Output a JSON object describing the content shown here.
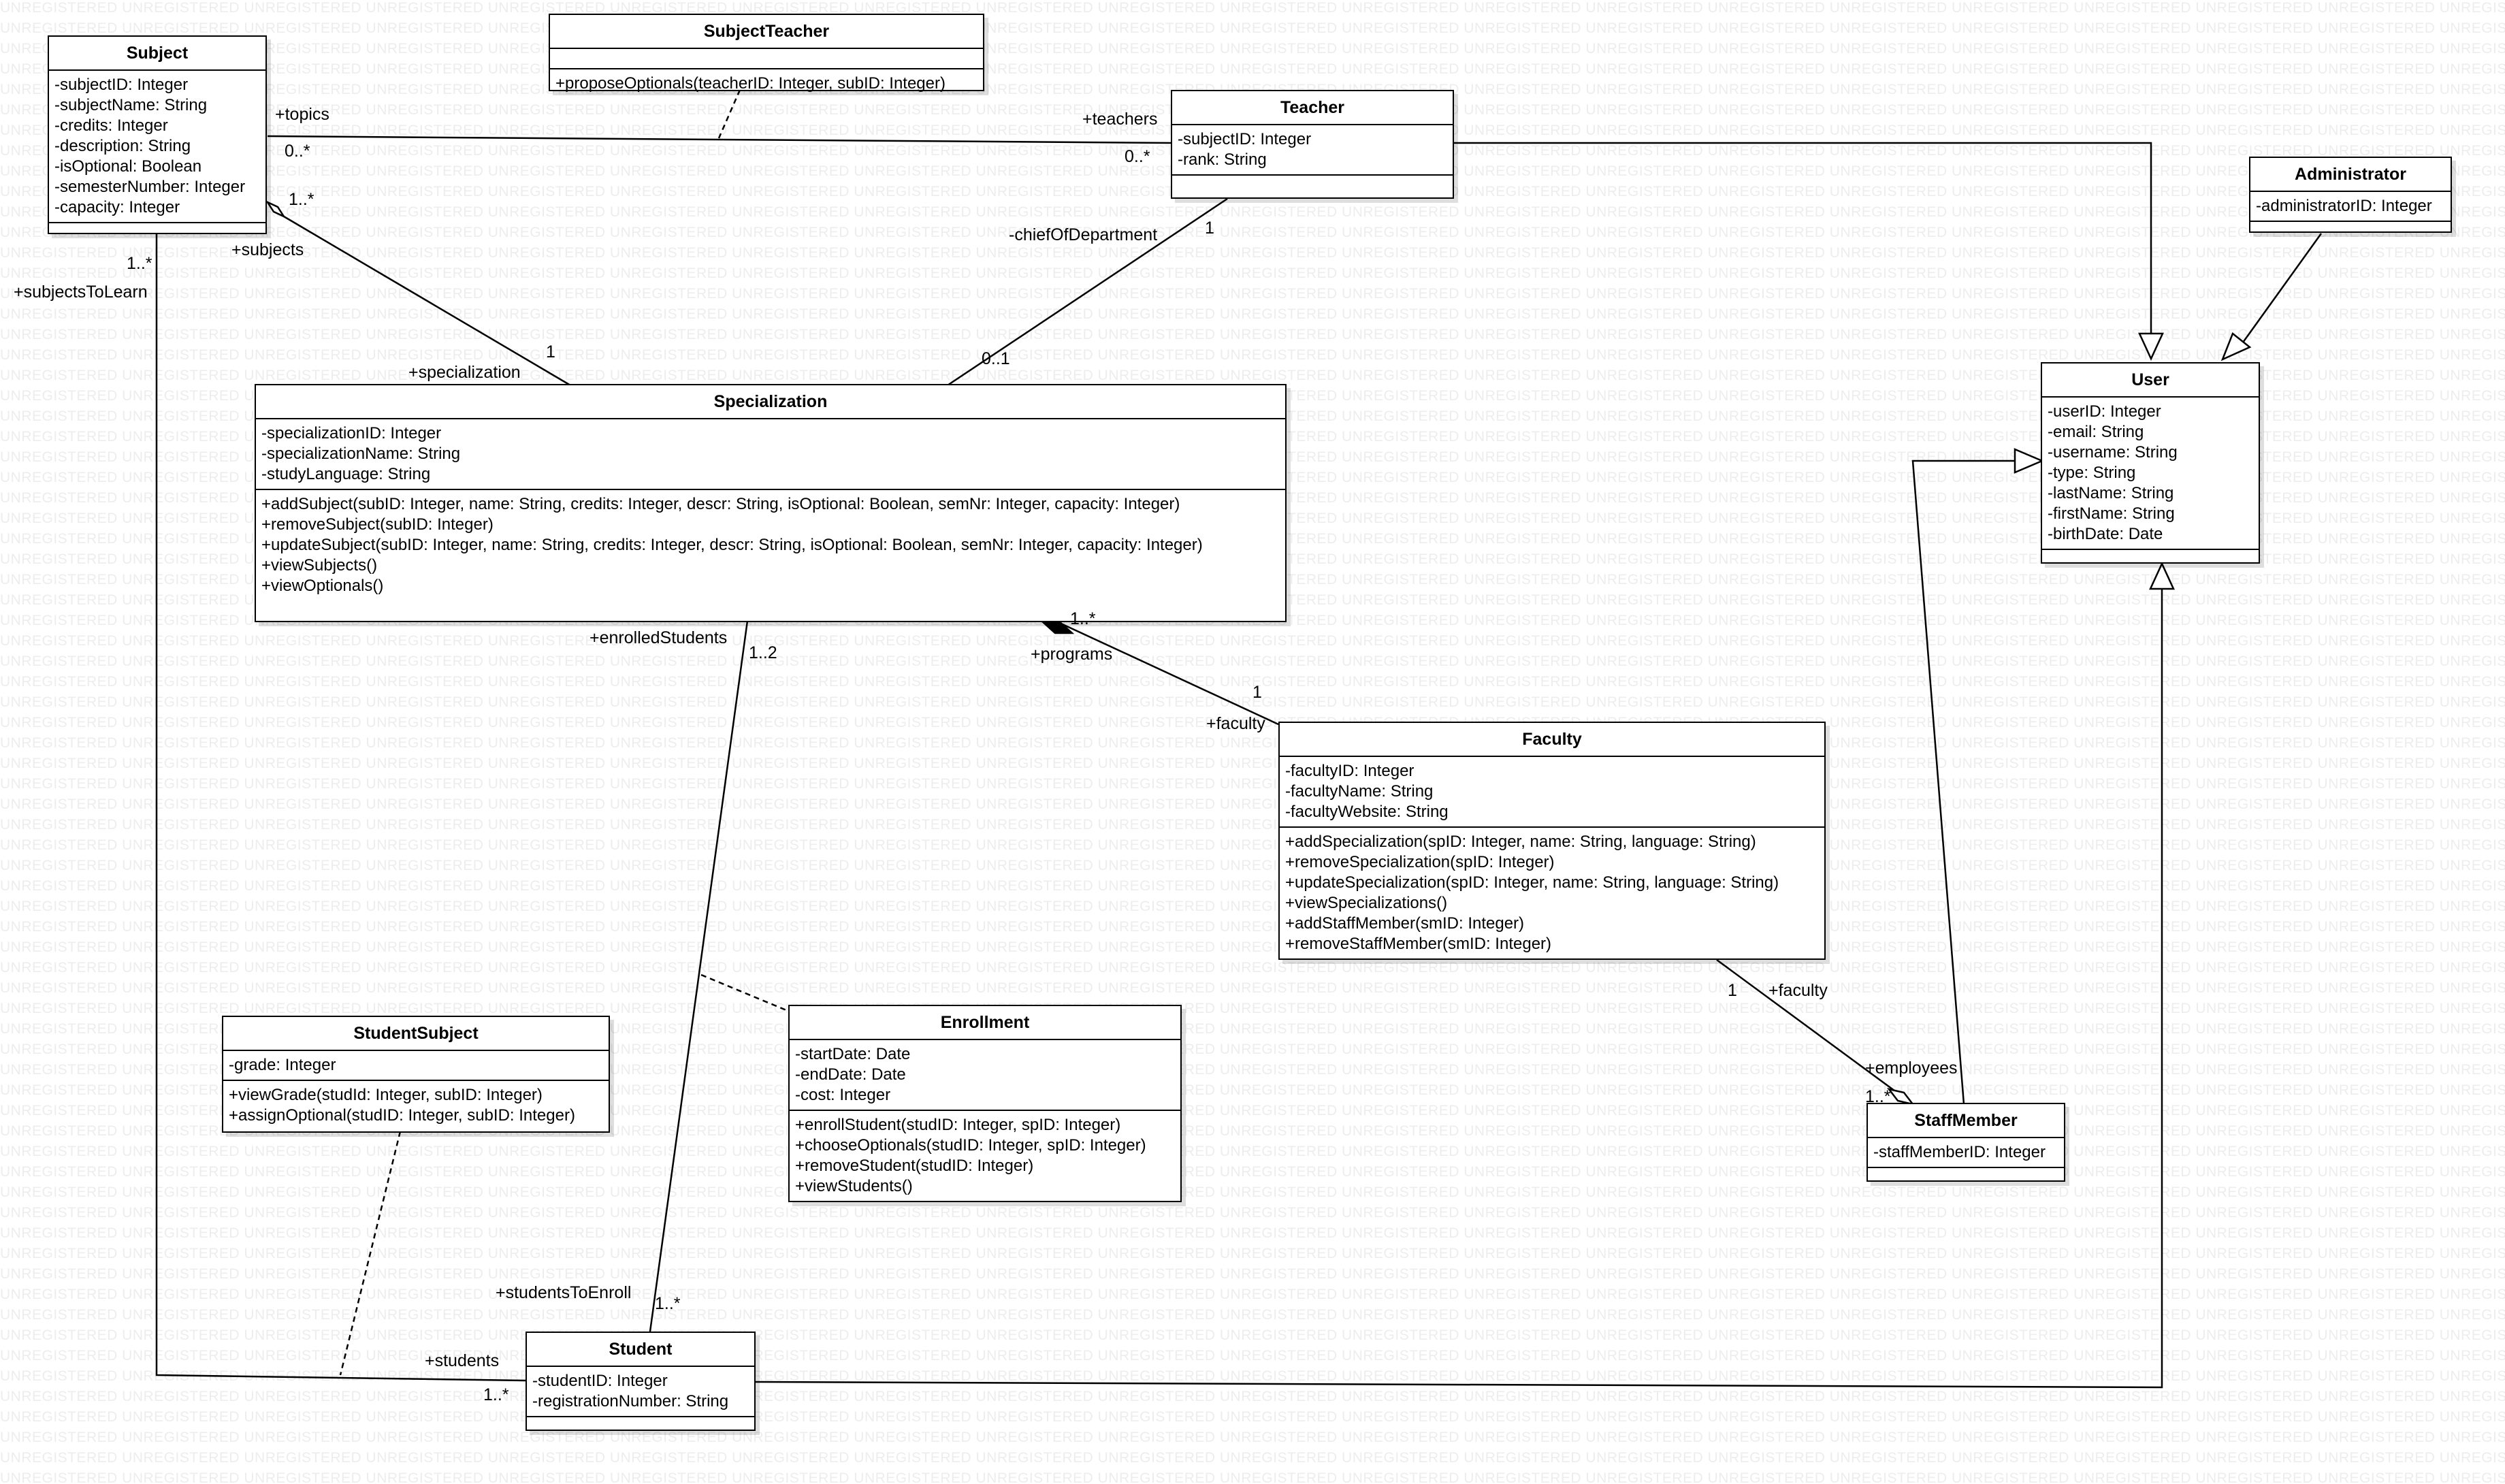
{
  "watermark": "UNREGISTERED",
  "classes": {
    "subject": {
      "name": "Subject",
      "attributes": [
        "-subjectID: Integer",
        "-subjectName: String",
        "-credits: Integer",
        "-description: String",
        "-isOptional: Boolean",
        "-semesterNumber: Integer",
        "-capacity: Integer"
      ],
      "methods": []
    },
    "subject_teacher": {
      "name": "SubjectTeacher",
      "attributes": [],
      "methods": [
        "+proposeOptionals(teacherID: Integer, subID: Integer)"
      ]
    },
    "teacher": {
      "name": "Teacher",
      "attributes": [
        "-subjectID: Integer",
        "-rank: String"
      ],
      "methods": []
    },
    "administrator": {
      "name": "Administrator",
      "attributes": [
        "-administratorID: Integer"
      ],
      "methods": []
    },
    "user": {
      "name": "User",
      "attributes": [
        "-userID: Integer",
        "-email: String",
        "-username: String",
        "-type: String",
        "-lastName: String",
        "-firstName: String",
        "-birthDate: Date"
      ],
      "methods": []
    },
    "specialization": {
      "name": "Specialization",
      "attributes": [
        "-specializationID: Integer",
        "-specializationName: String",
        "-studyLanguage: String"
      ],
      "methods": [
        "+addSubject(subID: Integer, name: String, credits: Integer, descr: String, isOptional: Boolean, semNr: Integer, capacity: Integer)",
        "+removeSubject(subID: Integer)",
        "+updateSubject(subID: Integer, name: String, credits: Integer, descr: String, isOptional: Boolean, semNr: Integer, capacity: Integer)",
        "+viewSubjects()",
        "+viewOptionals()"
      ]
    },
    "faculty": {
      "name": "Faculty",
      "attributes": [
        "-facultyID: Integer",
        "-facultyName: String",
        "-facultyWebsite: String"
      ],
      "methods": [
        "+addSpecialization(spID: Integer, name: String, language: String)",
        "+removeSpecialization(spID: Integer)",
        "+updateSpecialization(spID: Integer, name: String, language: String)",
        "+viewSpecializations()",
        "+addStaffMember(smID: Integer)",
        "+removeStaffMember(smID: Integer)"
      ]
    },
    "student_subject": {
      "name": "StudentSubject",
      "attributes": [
        "-grade: Integer"
      ],
      "methods": [
        "+viewGrade(studId: Integer, subID: Integer)",
        "+assignOptional(studID: Integer, subID: Integer)"
      ]
    },
    "enrollment": {
      "name": "Enrollment",
      "attributes": [
        "-startDate: Date",
        "-endDate: Date",
        "-cost: Integer"
      ],
      "methods": [
        "+enrollStudent(studID: Integer, spID: Integer)",
        "+chooseOptionals(studID: Integer, spID: Integer)",
        "+removeStudent(studID: Integer)",
        "+viewStudents()"
      ]
    },
    "staff_member": {
      "name": "StaffMember",
      "attributes": [
        "-staffMemberID: Integer"
      ],
      "methods": []
    },
    "student": {
      "name": "Student",
      "attributes": [
        "-studentID: Integer",
        "-registrationNumber: String"
      ],
      "methods": []
    }
  },
  "labels": {
    "topics": "+topics",
    "topics_mult": "0..*",
    "teachers": "+teachers",
    "teachers_mult": "0..*",
    "subjects_mult": "1..*",
    "subjects": "+subjects",
    "subjects_to_learn_mult": "1..*",
    "subjects_to_learn": "+subjectsToLearn",
    "chief_of_department": "-chiefOfDepartment",
    "chief_mult_teacher": "1",
    "chief_mult_spec": "0..1",
    "specialization_mult": "1",
    "specialization": "+specialization",
    "enrolled_students": "+enrolledStudents",
    "enrolled_mult": "1..2",
    "programs_mult": "1..*",
    "programs": "+programs",
    "faculty_mult_top": "1",
    "faculty_top": "+faculty",
    "faculty_mult_bottom": "1",
    "faculty_bottom": "+faculty",
    "employees": "+employees",
    "employees_mult": "1..*",
    "students_to_enroll": "+studentsToEnroll",
    "students_to_enroll_mult": "1..*",
    "students": "+students",
    "students_mult": "1..*"
  }
}
